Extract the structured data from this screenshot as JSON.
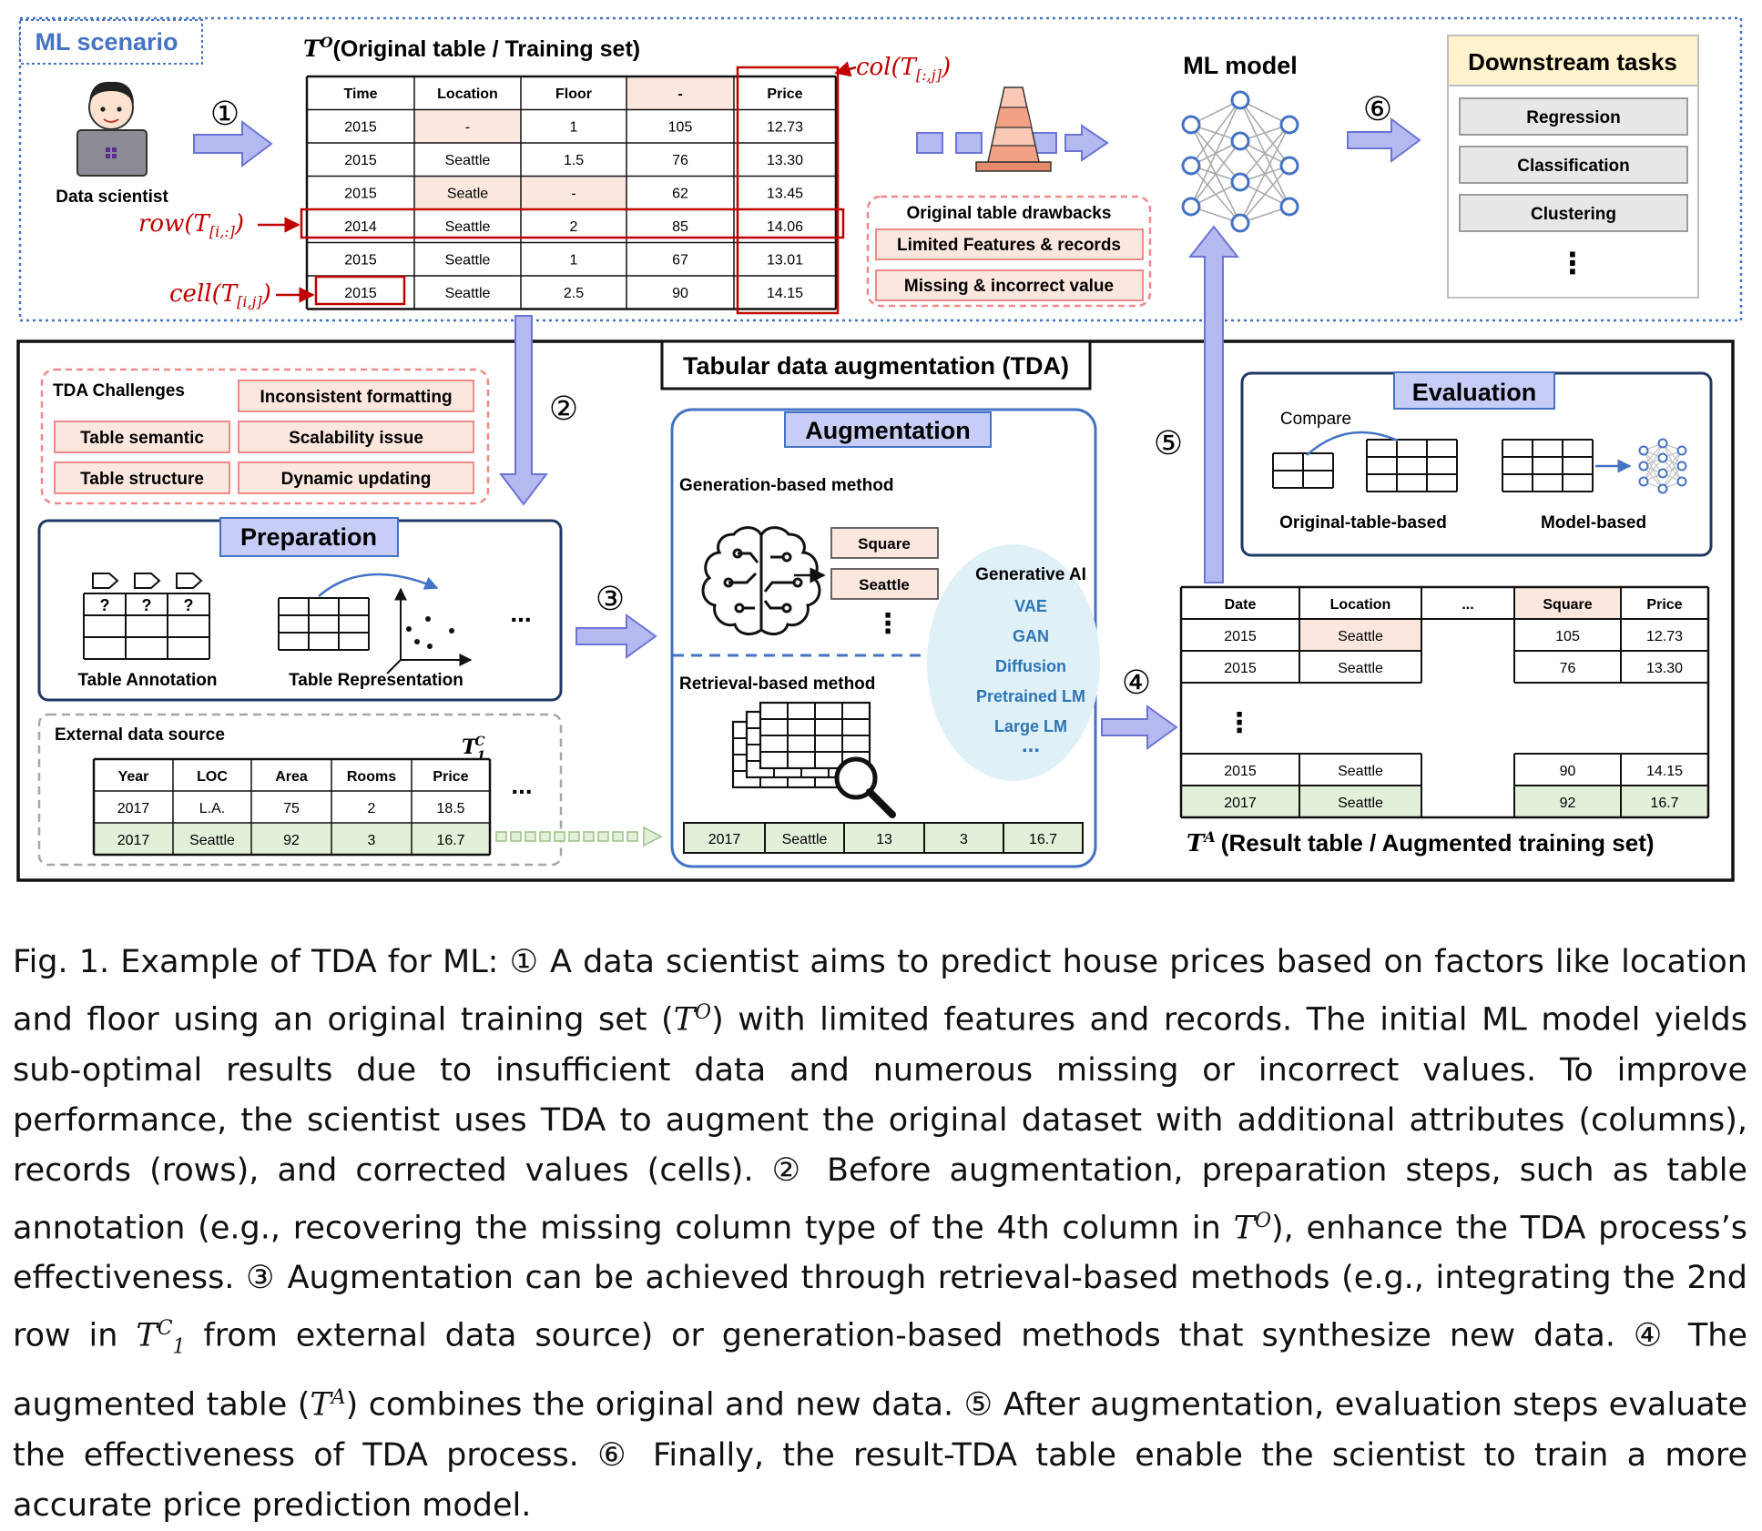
{
  "ml_scenario": {
    "label": "ML scenario",
    "data_scientist": "Data scientist",
    "step1": "①",
    "original_table_title": "(Original table / Training set)",
    "original_table_symbol": "T",
    "original_table_sup": "O",
    "col_label": "col(T",
    "col_sub": "[:,j]",
    "row_label": "row(T",
    "row_sub": "[i,:]",
    "cell_label": "cell(T",
    "cell_sub": "[i,j]",
    "close_paren": ")",
    "original_table": {
      "headers": [
        "Time",
        "Location",
        "Floor",
        "-",
        "Price"
      ],
      "rows": [
        [
          "2015",
          "-",
          "1",
          "105",
          "12.73"
        ],
        [
          "2015",
          "Seattle",
          "1.5",
          "76",
          "13.30"
        ],
        [
          "2015",
          "Seatle",
          "-",
          "62",
          "13.45"
        ],
        [
          "2014",
          "Seattle",
          "2",
          "85",
          "14.06"
        ],
        [
          "2015",
          "Seattle",
          "1",
          "67",
          "13.01"
        ],
        [
          "2015",
          "Seattle",
          "2.5",
          "90",
          "14.15"
        ]
      ]
    },
    "drawbacks": {
      "title": "Original table drawbacks",
      "items": [
        "Limited Features & records",
        "Missing & incorrect value"
      ]
    },
    "ml_model": "ML model",
    "step6": "⑥",
    "downstream": {
      "title": "Downstream tasks",
      "items": [
        "Regression",
        "Classification",
        "Clustering"
      ],
      "more": "⋮"
    }
  },
  "tda": {
    "title": "Tabular data augmentation (TDA)",
    "step2": "②",
    "step3": "③",
    "step4": "④",
    "step5": "⑤",
    "challenges": {
      "title": "TDA Challenges",
      "items": [
        "Inconsistent formatting",
        "Table semantic",
        "Scalability issue",
        "Table structure",
        "Dynamic updating"
      ]
    },
    "preparation": {
      "title": "Preparation",
      "table_annotation": "Table Annotation",
      "table_representation": "Table Representation",
      "q": "?",
      "more": "..."
    },
    "external": {
      "title": "External data source",
      "symbol": "T",
      "sup": "C",
      "sub": "1",
      "headers": [
        "Year",
        "LOC",
        "Area",
        "Rooms",
        "Price"
      ],
      "rows": [
        [
          "2017",
          "L.A.",
          "75",
          "2",
          "18.5"
        ],
        [
          "2017",
          "Seattle",
          "92",
          "3",
          "16.7"
        ]
      ],
      "more": "..."
    },
    "augmentation": {
      "title": "Augmentation",
      "generation_title": "Generation-based method",
      "generated_items": [
        "Square",
        "Seattle"
      ],
      "vdots": "⋮",
      "retrieval_title": "Retrieval-based method",
      "retrieved_row": [
        "2017",
        "Seattle",
        "13",
        "3",
        "16.7"
      ],
      "genai": {
        "title": "Generative AI",
        "items": [
          "VAE",
          "GAN",
          "Diffusion",
          "Pretrained LM",
          "Large LM"
        ],
        "more": "..."
      }
    },
    "evaluation": {
      "title": "Evaluation",
      "compare": "Compare",
      "original_based": "Original-table-based",
      "model_based": "Model-based"
    },
    "result": {
      "headers": [
        "Date",
        "Location",
        "...",
        "Square",
        "Price"
      ],
      "rows_top": [
        [
          "2015",
          "Seattle",
          "",
          "105",
          "12.73"
        ],
        [
          "2015",
          "Seattle",
          "",
          "76",
          "13.30"
        ]
      ],
      "vdots": "⋮",
      "rows_bottom": [
        [
          "2015",
          "Seattle",
          "",
          "90",
          "14.15"
        ],
        [
          "2017",
          "Seattle",
          "",
          "92",
          "16.7"
        ]
      ],
      "title_symbol": "T",
      "title_sup": "A",
      "title_text": "(Result table / Augmented training set)"
    }
  },
  "caption": {
    "p1": "Fig. 1.  Example of TDA for ML: ① A data scientist aims to predict house prices based on factors like location and floor using an original training set (",
    "sym_T": "T",
    "sup_O": "O",
    "p2": ") with limited features and records. The initial ML model yields sub-optimal results due to insufficient data and numerous missing or incorrect values. To improve performance, the scientist uses TDA to augment the original dataset with additional attributes (columns), records (rows), and corrected values (cells). ② Before augmentation, preparation steps, such as table annotation (e.g., recovering the missing column type of the 4th column in ",
    "p3": "), enhance the TDA process’s effectiveness. ③ Augmentation can be achieved through retrieval-based methods (e.g., integrating the 2nd row in ",
    "sup_C": "C",
    "sub_1": "1",
    "p4": " from external data source) or generation-based methods that synthesize new data. ④ The augmented table (",
    "sup_A": "A",
    "p5": ") combines the original and new data. ⑤ After augmentation, evaluation steps evaluate the effectiveness of TDA process. ⑥ Finally, the result-TDA table enable the scientist to train a more accurate price prediction model."
  },
  "colors": {
    "blue": "#4472c4",
    "arrow_fill": "#b4b9f0",
    "arrow_stroke": "#6c74d6",
    "red": "#c00000",
    "pink": "#fbe7dd",
    "pink_dash": "#f08a8a",
    "green": "#e2efd9",
    "label_blue": "#c7cdf6",
    "cream": "#fff2cc",
    "gray_btn": "#e7e7e7",
    "cloud": "#dff0f7",
    "genai_blue": "#2e75b6"
  }
}
